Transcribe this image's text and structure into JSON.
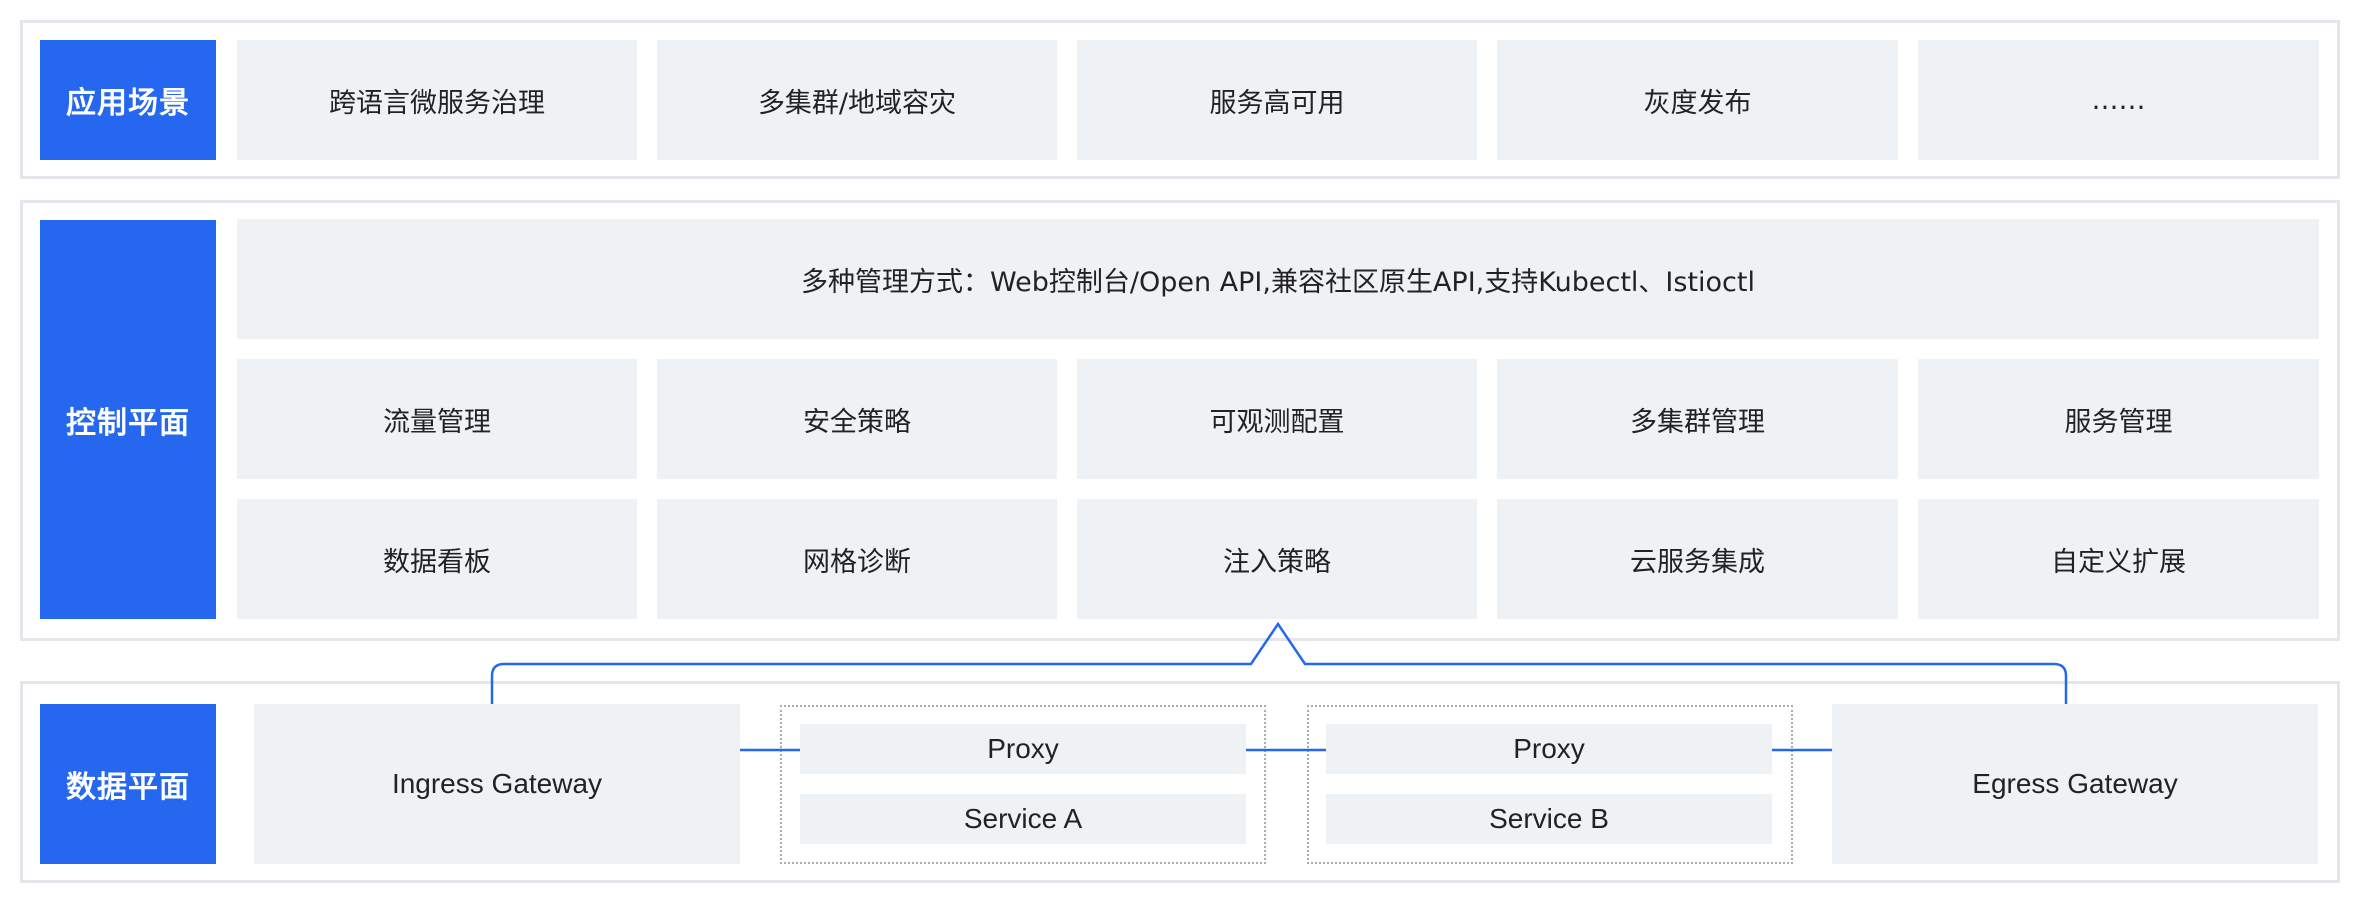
{
  "colors": {
    "accent": "#2567ef",
    "cell_bg": "#eff2f5",
    "border": "#e3e6ea",
    "connector": "#2567ef"
  },
  "app_layer": {
    "label": "应用场景",
    "items": [
      "跨语言微服务治理",
      "多集群/地域容灾",
      "服务高可用",
      "灰度发布",
      "……"
    ]
  },
  "control_plane": {
    "label": "控制平面",
    "management": "多种管理方式：Web控制台/Open API,兼容社区原生API,支持Kubectl、Istioctl",
    "row1": [
      "流量管理",
      "安全策略",
      "可观测配置",
      "多集群管理",
      "服务管理"
    ],
    "row2": [
      "数据看板",
      "网格诊断",
      "注入策略",
      "云服务集成",
      "自定义扩展"
    ]
  },
  "data_plane": {
    "label": "数据平面",
    "ingress": "Ingress Gateway",
    "egress": "Egress Gateway",
    "pods": [
      {
        "proxy": "Proxy",
        "service": "Service A"
      },
      {
        "proxy": "Proxy",
        "service": "Service B"
      }
    ]
  }
}
